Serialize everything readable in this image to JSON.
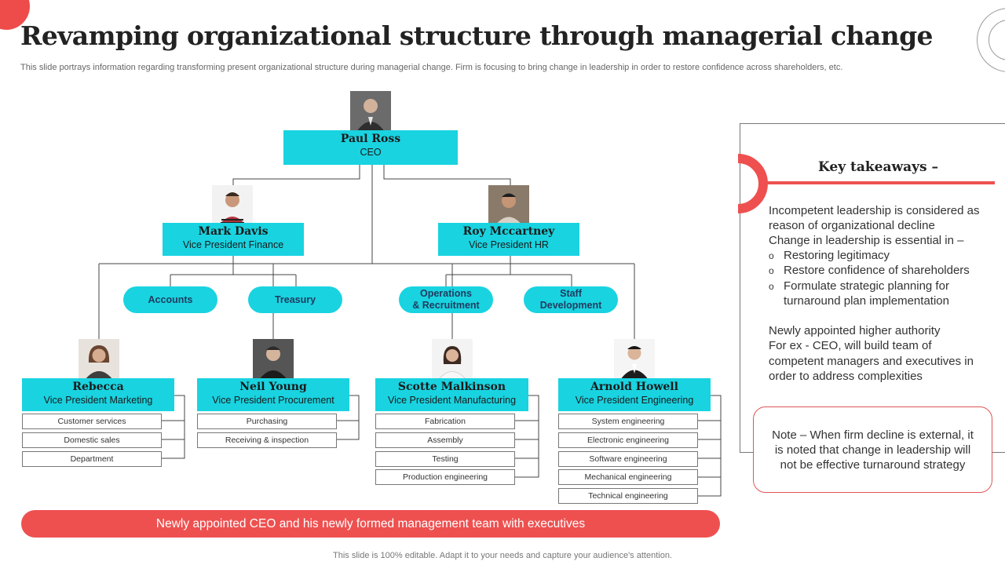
{
  "slide": {
    "title": "Revamping organizational structure through managerial change",
    "subtitle": "This slide portrays information regarding transforming present organizational structure during managerial change. Firm is focusing to bring change in leadership in order to restore confidence across shareholders, etc.",
    "banner": "Newly appointed CEO and his newly formed management team with executives",
    "footer": "This slide is 100% editable. Adapt it to your needs and capture your audience's attention."
  },
  "ceo": {
    "name": "Paul Ross",
    "role": "CEO"
  },
  "vps": [
    {
      "name": "Mark Davis",
      "role": "Vice President Finance"
    },
    {
      "name": "Roy Mccartney",
      "role": "Vice President HR"
    }
  ],
  "departments": [
    {
      "line1": "Accounts",
      "line2": ""
    },
    {
      "line1": "Treasury",
      "line2": ""
    },
    {
      "line1": "Operations",
      "line2": "& Recruitment"
    },
    {
      "line1": "Staff",
      "line2": "Development"
    }
  ],
  "executives": [
    {
      "name": "Rebecca",
      "role": "Vice President Marketing",
      "functions": [
        "Customer services",
        "Domestic sales",
        "Department"
      ]
    },
    {
      "name": "Neil Young",
      "role": "Vice President Procurement",
      "functions": [
        "Purchasing",
        "Receiving & inspection"
      ]
    },
    {
      "name": "Scotte Malkinson",
      "role": "Vice President Manufacturing",
      "functions": [
        "Fabrication",
        "Assembly",
        "Testing",
        "Production engineering"
      ]
    },
    {
      "name": "Arnold  Howell",
      "role": "Vice President Engineering",
      "functions": [
        "System engineering",
        "Electronic engineering",
        "Software engineering",
        "Mechanical engineering",
        "Technical engineering"
      ]
    }
  ],
  "takeaways": {
    "heading": "Key takeaways –",
    "intro": [
      "Incompetent  leadership is considered as",
      "reason of organizational decline",
      "Change in leadership is essential in –"
    ],
    "bullet_marker": "o",
    "bullets": [
      "Restoring legitimacy",
      "Restore confidence of shareholders",
      "Formulate strategic planning for",
      "turnaround  plan implementation"
    ],
    "paragraph": [
      "Newly appointed higher authority",
      "For ex - CEO, will build team of",
      "competent managers and executives in",
      "order to address complexities"
    ],
    "note": "Note – When firm decline is external,  it is noted that  change in leadership will not be effective turnaround  strategy"
  },
  "colors": {
    "accent_cyan": "#19d3e0",
    "accent_red": "#ee5050",
    "pill_text": "#1f3a5f"
  },
  "icons": [
    "person-photo-icon"
  ]
}
